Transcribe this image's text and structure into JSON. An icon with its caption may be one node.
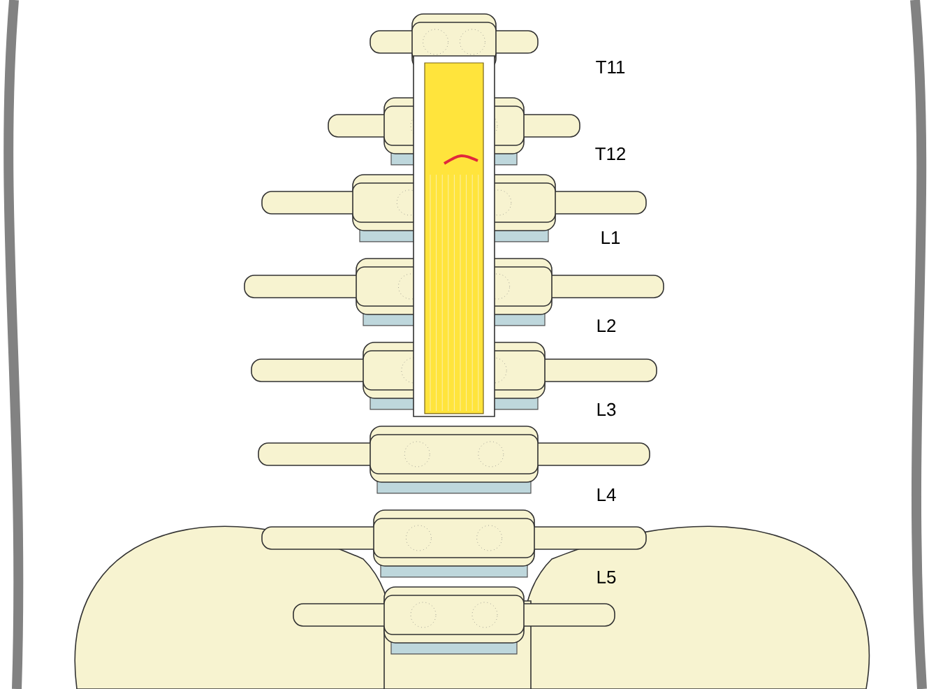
{
  "diagram": {
    "labels": [
      "T11",
      "T12",
      "L1",
      "L2",
      "L3",
      "L4",
      "L5"
    ]
  }
}
